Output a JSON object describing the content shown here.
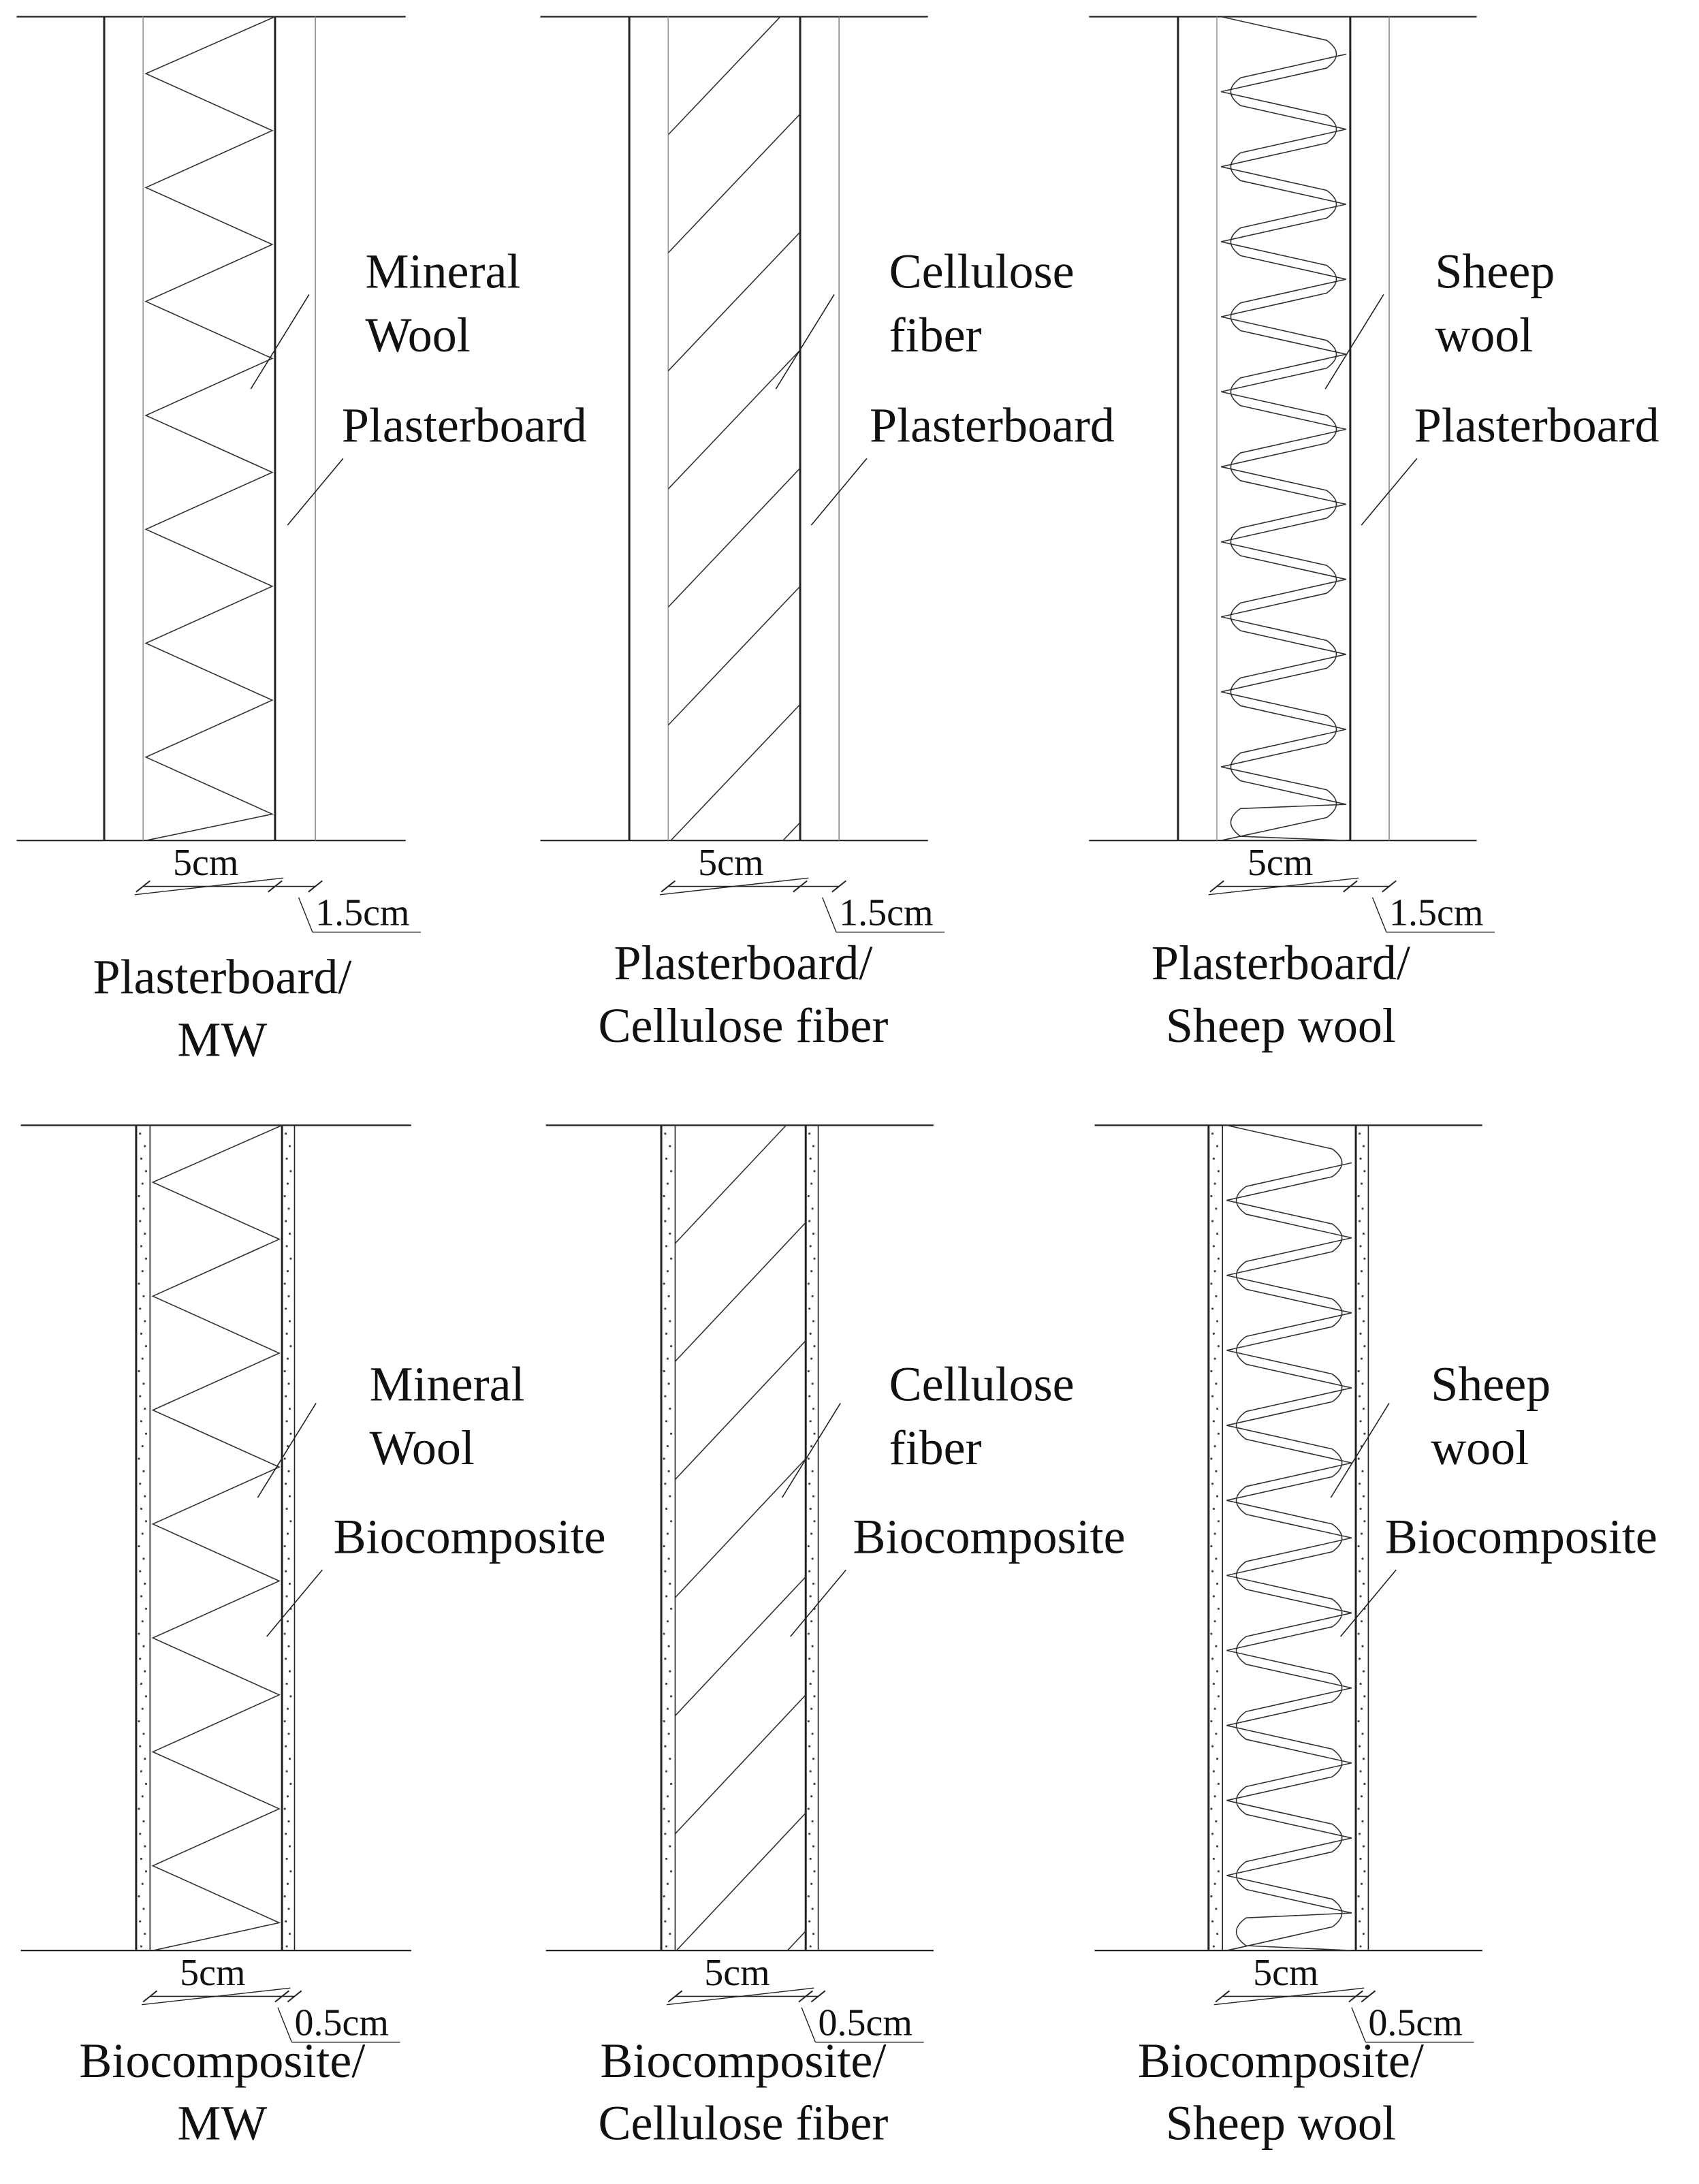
{
  "panels": [
    {
      "id": "plasterboard-mw",
      "insulation": "mineral-wool",
      "board": "plasterboard",
      "insulation_label": [
        "Mineral",
        "Wool"
      ],
      "board_label": "Plasterboard",
      "dim_insulation": "5cm",
      "dim_board": "1.5cm",
      "caption": [
        "Plasterboard/",
        "MW"
      ]
    },
    {
      "id": "plasterboard-cellulose",
      "insulation": "cellulose",
      "board": "plasterboard",
      "insulation_label": [
        "Cellulose",
        "fiber"
      ],
      "board_label": "Plasterboard",
      "dim_insulation": "5cm",
      "dim_board": "1.5cm",
      "caption": [
        "Plasterboard/",
        "Cellulose fiber"
      ]
    },
    {
      "id": "plasterboard-sheep",
      "insulation": "sheep-wool",
      "board": "plasterboard",
      "insulation_label": [
        "Sheep",
        "wool"
      ],
      "board_label": "Plasterboard",
      "dim_insulation": "5cm",
      "dim_board": "1.5cm",
      "caption": [
        "Plasterboard/",
        "Sheep wool"
      ]
    },
    {
      "id": "biocomposite-mw",
      "insulation": "mineral-wool",
      "board": "biocomposite",
      "insulation_label": [
        "Mineral",
        "Wool"
      ],
      "board_label": "Biocomposite",
      "dim_insulation": "5cm",
      "dim_board": "0.5cm",
      "caption": [
        "Biocomposite/",
        "MW"
      ]
    },
    {
      "id": "biocomposite-cellulose",
      "insulation": "cellulose",
      "board": "biocomposite",
      "insulation_label": [
        "Cellulose",
        "fiber"
      ],
      "board_label": "Biocomposite",
      "dim_insulation": "5cm",
      "dim_board": "0.5cm",
      "caption": [
        "Biocomposite/",
        "Cellulose fiber"
      ]
    },
    {
      "id": "biocomposite-sheep",
      "insulation": "sheep-wool",
      "board": "biocomposite",
      "insulation_label": [
        "Sheep",
        "wool"
      ],
      "board_label": "Biocomposite",
      "dim_insulation": "5cm",
      "dim_board": "0.5cm",
      "caption": [
        "Biocomposite/",
        "Sheep wool"
      ]
    }
  ]
}
